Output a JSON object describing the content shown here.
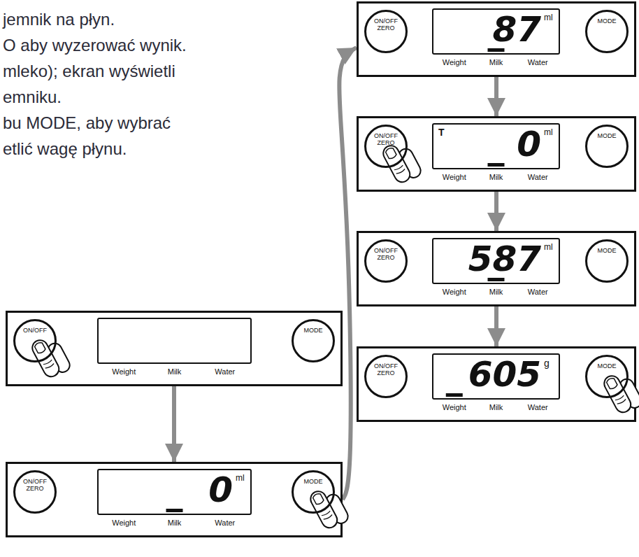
{
  "diagram": {
    "nodes": [
      {
        "text": [
          "Weight",
          "Milk",
          "Water"
        ]
      },
      {
        "text": [
          "ON/OFF"
        ],
        "in": 0
      },
      {
        "text": [
          "MODE"
        ],
        "in": 0
      },
      {
        "text": [
          "0",
          "ml",
          "Weight",
          "Milk",
          "Water"
        ]
      },
      {
        "text": [
          "ON/OFF ZERO"
        ],
        "in": 3
      },
      {
        "text": [
          "MODE"
        ],
        "in": 3
      },
      {
        "text": [
          "87",
          "ml",
          "Weight",
          "Milk",
          "Water"
        ]
      },
      {
        "text": [
          "ON/OFF ZERO"
        ],
        "in": 6
      },
      {
        "text": [
          "MODE"
        ],
        "in": 6
      },
      {
        "text": [
          "T",
          "0",
          "ml",
          "Weight",
          "Milk",
          "Water"
        ]
      },
      {
        "text": [
          "ON/OFF ZERO"
        ],
        "in": 9
      },
      {
        "text": [
          "MODE"
        ],
        "in": 9
      },
      {
        "text": [
          "587",
          "ml",
          "Weight",
          "Milk",
          "Water"
        ]
      },
      {
        "text": [
          "ON/OFF ZERO"
        ],
        "in": 12
      },
      {
        "text": [
          "MODE"
        ],
        "in": 12
      },
      {
        "text": [
          "605",
          "g",
          "Weight",
          "Milk",
          "Water"
        ]
      },
      {
        "text": [
          "ON/OFF ZERO"
        ],
        "in": 15
      },
      {
        "text": [
          "MODE"
        ],
        "in": 15
      }
    ],
    "edges": [
      {
        "from": 0,
        "to": 3,
        "arrow": "to"
      },
      {
        "from": 3,
        "to": 6,
        "arrow": "to"
      },
      {
        "from": 6,
        "to": 9,
        "arrow": "to"
      },
      {
        "from": 9,
        "to": 12,
        "arrow": "to"
      },
      {
        "from": 12,
        "to": 15,
        "arrow": "to"
      }
    ],
    "labels": [
      "jemnik na płyn.",
      "O aby wyzerować wynik.",
      "mleko); ekran wyświetli",
      "emniku.",
      "bu MODE, aby wybrać",
      "etlić wagę płynu."
    ]
  }
}
